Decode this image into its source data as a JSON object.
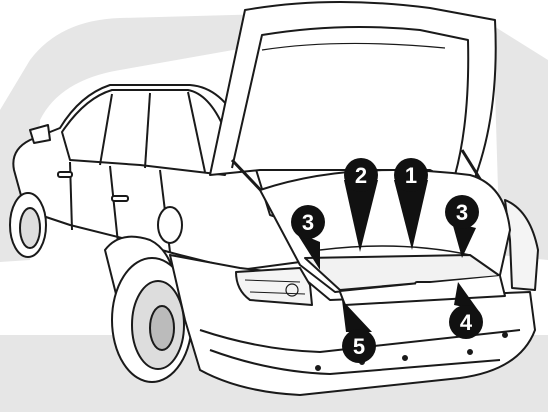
{
  "callouts": [
    {
      "id": "1",
      "label": "1"
    },
    {
      "id": "2",
      "label": "2"
    },
    {
      "id": "3a",
      "label": "3"
    },
    {
      "id": "3b",
      "label": "3"
    },
    {
      "id": "4",
      "label": "4"
    },
    {
      "id": "5",
      "label": "5"
    }
  ],
  "colors": {
    "background_watermark": "#e6e6e6",
    "line_art": "#1a1a1a",
    "callout_fill": "#111111",
    "callout_text": "#ffffff",
    "trunk_floor": "#f2f2f2",
    "body": "#ffffff"
  },
  "icons": {
    "watermark": "abstract-grey-shapes",
    "callout_marker": "numbered-circle-pointer"
  }
}
